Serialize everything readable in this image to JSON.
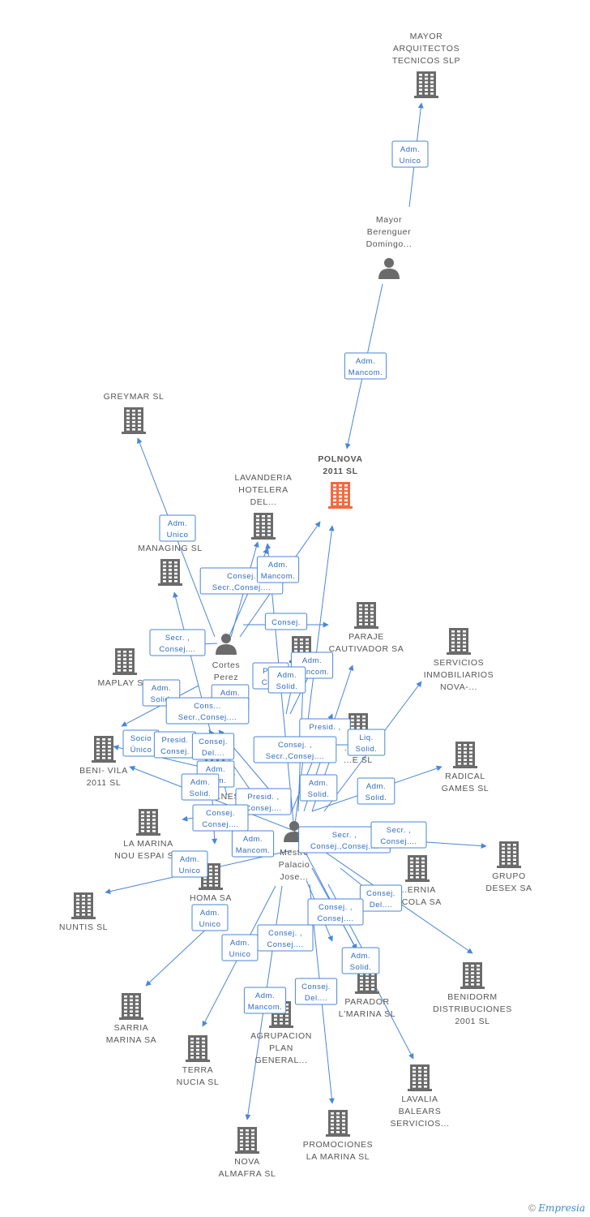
{
  "colors": {
    "node": "#6b6b6b",
    "main_node": "#f26a3d",
    "edge": "#4a86d6",
    "edge_text": "#2f6bbf"
  },
  "nodes": [
    {
      "id": "mayor_arq",
      "type": "company",
      "lines": [
        "MAYOR",
        "ARQUITECTOS",
        "TECNICOS SLP"
      ]
    },
    {
      "id": "mayor_ber",
      "type": "person",
      "lines": [
        "Mayor",
        "Berenguer",
        "Domingo..."
      ]
    },
    {
      "id": "polnova",
      "type": "company",
      "main": true,
      "lines": [
        "POLNOVA",
        "2011 SL"
      ]
    },
    {
      "id": "greymar",
      "type": "company",
      "lines": [
        "GREYMAR  SL"
      ]
    },
    {
      "id": "lavanderia",
      "type": "company",
      "lines": [
        "LAVANDERIA",
        "HOTELERA",
        "DEL..."
      ]
    },
    {
      "id": "managing",
      "type": "company",
      "lines": [
        "M...",
        "MANAGING  SL"
      ]
    },
    {
      "id": "paraje",
      "type": "company",
      "lines": [
        "PARAJE",
        "CAUTIVADOR SA"
      ]
    },
    {
      "id": "servicios",
      "type": "company",
      "lines": [
        "SERVICIOS",
        "INMOBILIARIOS",
        "NOVA-..."
      ]
    },
    {
      "id": "cortes",
      "type": "person",
      "lines": [
        "Cortes",
        "Perez",
        "G..."
      ]
    },
    {
      "id": "maplay",
      "type": "company",
      "lines": [
        "MAPLAY S..."
      ]
    },
    {
      "id": "c_sl",
      "type": "company",
      "lines": [
        "...C SL"
      ]
    },
    {
      "id": "beni_vila",
      "type": "company",
      "lines": [
        "BENI- VILA",
        "2011 SL"
      ]
    },
    {
      "id": "radical",
      "type": "company",
      "lines": [
        "RADICAL",
        "GAMES  SL"
      ]
    },
    {
      "id": "constr",
      "type": "company",
      "lines": [
        "...",
        "CONST...NES..."
      ]
    },
    {
      "id": "ay_sl",
      "type": "company",
      "lines": [
        "...AY...",
        "...E SL"
      ]
    },
    {
      "id": "la_marina_nou",
      "type": "company",
      "lines": [
        "LA MARINA",
        "NOU ESPAI S..."
      ]
    },
    {
      "id": "mestre",
      "type": "person",
      "lines": [
        "Mestre",
        "Palacio",
        "Jose..."
      ]
    },
    {
      "id": "grupo_desex",
      "type": "company",
      "lines": [
        "GRUPO",
        "DESEX SA"
      ]
    },
    {
      "id": "ernia",
      "type": "company",
      "lines": [
        "...ERNIA",
        "...COLA SA"
      ]
    },
    {
      "id": "homa",
      "type": "company",
      "lines": [
        "HOMA SA"
      ]
    },
    {
      "id": "nuntis",
      "type": "company",
      "lines": [
        "NUNTIS SL"
      ]
    },
    {
      "id": "benidorm",
      "type": "company",
      "lines": [
        "BENIDORM",
        "DISTRIBUCIONES",
        "2001 SL"
      ]
    },
    {
      "id": "parador",
      "type": "company",
      "lines": [
        "PARADOR",
        "L'MARINA SL"
      ]
    },
    {
      "id": "sarria",
      "type": "company",
      "lines": [
        "SARRIA",
        "MARINA SA"
      ]
    },
    {
      "id": "terra",
      "type": "company",
      "lines": [
        "TERRA",
        "NUCIA SL"
      ]
    },
    {
      "id": "agrupacion",
      "type": "company",
      "lines": [
        "AGRUPACION",
        "PLAN",
        "GENERAL..."
      ]
    },
    {
      "id": "lavalia",
      "type": "company",
      "lines": [
        "LAVALIA",
        "BALEARS",
        "SERVICIOS..."
      ]
    },
    {
      "id": "promociones",
      "type": "company",
      "lines": [
        "PROMOCIONES",
        "LA MARINA SL"
      ]
    },
    {
      "id": "nova_almafra",
      "type": "company",
      "lines": [
        "NOVA",
        "ALMAFRA  SL"
      ]
    }
  ],
  "edges": [
    {
      "lines": [
        "Adm.",
        "Unico"
      ]
    },
    {
      "lines": [
        "Adm.",
        "Mancom."
      ]
    },
    {
      "lines": [
        "Adm.",
        "Unico"
      ]
    },
    {
      "lines": [
        "Consej.",
        "Secr.,Consej...."
      ]
    },
    {
      "lines": [
        "Adm.",
        "Mancom."
      ]
    },
    {
      "lines": [
        "Consej."
      ]
    },
    {
      "lines": [
        "Secr. ,",
        "Consej...."
      ]
    },
    {
      "lines": [
        "Adm.",
        "Mancom."
      ]
    },
    {
      "lines": [
        "Pr...",
        "Co..."
      ]
    },
    {
      "lines": [
        "Adm.",
        "Solid."
      ]
    },
    {
      "lines": [
        "Adm.",
        "Solid."
      ]
    },
    {
      "lines": [
        "Adm.",
        "Solid."
      ]
    },
    {
      "lines": [
        "Cons...",
        "Secr.,Consej...."
      ]
    },
    {
      "lines": [
        "Presid. ,",
        "..."
      ]
    },
    {
      "lines": [
        "Liq.",
        "Solid."
      ]
    },
    {
      "lines": [
        "Socio",
        "Único"
      ]
    },
    {
      "lines": [
        "Presid.",
        "Consej."
      ]
    },
    {
      "lines": [
        "Consej.",
        "Del...."
      ]
    },
    {
      "lines": [
        "Consej. ,",
        "Secr.,Consej...."
      ]
    },
    {
      "lines": [
        "Adm.",
        "...om."
      ]
    },
    {
      "lines": [
        "Adm.",
        "Solid."
      ]
    },
    {
      "lines": [
        "Adm.",
        "Solid."
      ]
    },
    {
      "lines": [
        "Adm.",
        "Solid."
      ]
    },
    {
      "lines": [
        "Presid. ,",
        "Consej...."
      ]
    },
    {
      "lines": [
        "Consej.",
        "Consej...."
      ]
    },
    {
      "lines": [
        "Secr. ,",
        "Consej.,Consej...."
      ]
    },
    {
      "lines": [
        "Secr. ,",
        "Consej...."
      ]
    },
    {
      "lines": [
        "Adm.",
        "Mancom."
      ]
    },
    {
      "lines": [
        "Adm.",
        "Unico"
      ]
    },
    {
      "lines": [
        "Consej.",
        "Del...."
      ]
    },
    {
      "lines": [
        "Consej. ,",
        "Consej...."
      ]
    },
    {
      "lines": [
        "Adm.",
        "Unico"
      ]
    },
    {
      "lines": [
        "Consej. ,",
        "Consej...."
      ]
    },
    {
      "lines": [
        "Adm.",
        "Unico"
      ]
    },
    {
      "lines": [
        "Adm.",
        "Solid."
      ]
    },
    {
      "lines": [
        "Consej.",
        "Del...."
      ]
    },
    {
      "lines": [
        "Adm.",
        "Mancom."
      ]
    }
  ],
  "footer": {
    "copyright": "©",
    "brand": "Empresia"
  }
}
